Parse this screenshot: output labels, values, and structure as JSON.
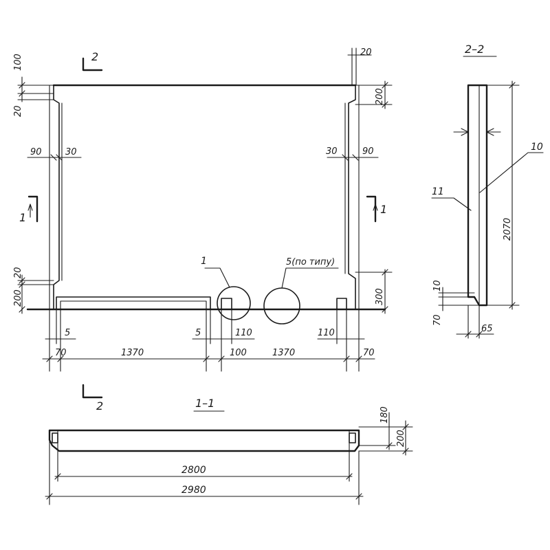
{
  "sections": {
    "cut_2_top": "2",
    "cut_2_bottom": "2",
    "cut_1_left": "1",
    "cut_1_right": "1",
    "title_2_2": "2–2",
    "title_1_1": "1–1"
  },
  "callouts": {
    "node_1": "1",
    "node_5": "5(по типу)",
    "leader_10": "10",
    "leader_11": "11"
  },
  "dims": {
    "d100_tl": "100",
    "d20_tl": "20",
    "d90_l": "90",
    "d30_l": "30",
    "d20_bl": "20",
    "d200_bl": "200",
    "d20_tr": "20",
    "d200_tr": "200",
    "d30_r": "30",
    "d90_r": "90",
    "d300_br": "300",
    "d5_l": "5",
    "d5_m": "5",
    "d110_m": "110",
    "d110_r": "110",
    "d70_l": "70",
    "d1370_l": "1370",
    "d100_m": "100",
    "d1370_r": "1370",
    "d70_r": "70",
    "s22_2070": "2070",
    "s22_70": "70",
    "s22_10": "10",
    "s22_65": "65",
    "s11_180": "180",
    "s11_200": "200",
    "s11_2800": "2800",
    "s11_2980": "2980"
  }
}
